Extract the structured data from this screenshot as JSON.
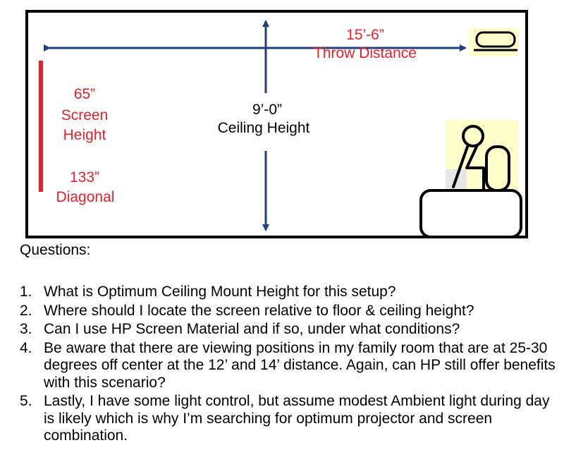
{
  "diagram": {
    "throw_distance_value": "15’-6”",
    "throw_distance_label": "Throw Distance",
    "ceiling_height_value": "9’-0”",
    "ceiling_height_label": "Ceiling Height",
    "screen_height_value": "65”",
    "screen_height_label_1": "Screen",
    "screen_height_label_2": "Height",
    "diagonal_value": "133”",
    "diagonal_label": "Diagonal",
    "icons": [
      "projector-icon",
      "seated-person-icon",
      "couch-icon"
    ],
    "colors": {
      "arrow": "#1f3e7c",
      "screen": "#e8202a",
      "label_red": "#e8202a",
      "highlight": "#ffffcc"
    }
  },
  "questions": {
    "heading": "Questions:",
    "items": [
      {
        "num": "1.",
        "text": "What is Optimum Ceiling Mount Height for this setup?"
      },
      {
        "num": "2.",
        "text": "Where should I locate the screen relative to floor & ceiling height?"
      },
      {
        "num": "3.",
        "text": "Can I use HP Screen Material and if so, under what conditions?"
      },
      {
        "num": "4.",
        "text": "Be aware that there are viewing positions in my family room that are at 25-30 degrees off center at the 12’ and 14’ distance.  Again, can HP still offer benefits with this scenario?"
      },
      {
        "num": "5.",
        "text": "Lastly, I have some light control, but assume modest Ambient light during day is likely which is why I’m searching for optimum projector and screen combination."
      }
    ]
  }
}
